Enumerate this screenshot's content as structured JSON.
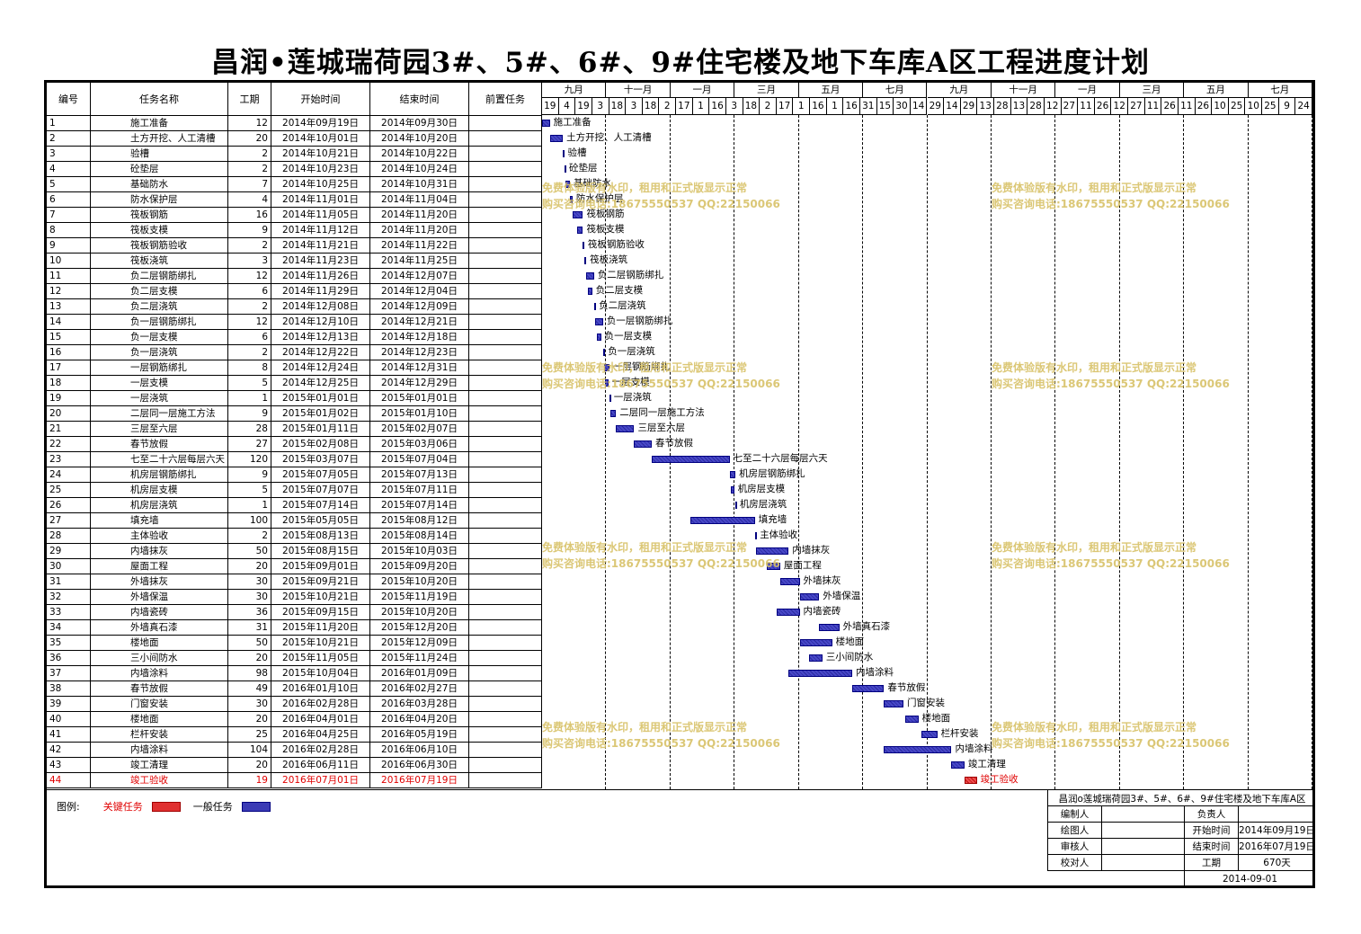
{
  "title": "昌润•莲城瑞荷园3#、5#、6#、9#住宅楼及地下车库A区工程进度计划",
  "headers": {
    "no": "编号",
    "name": "任务名称",
    "duration": "工期",
    "start": "开始时间",
    "end": "结束时间",
    "pred": "前置任务"
  },
  "months": [
    "九月",
    "十一月",
    "一月",
    "三月",
    "五月",
    "七月",
    "九月",
    "十一月",
    "一月",
    "三月",
    "五月",
    "七月"
  ],
  "days": [
    "19",
    "4",
    "19",
    "3",
    "18",
    "3",
    "18",
    "2",
    "17",
    "1",
    "16",
    "3",
    "18",
    "2",
    "17",
    "1",
    "16",
    "1",
    "16",
    "31",
    "15",
    "30",
    "14",
    "29",
    "14",
    "29",
    "13",
    "28",
    "13",
    "28",
    "12",
    "27",
    "11",
    "26",
    "12",
    "27",
    "11",
    "26",
    "11",
    "26",
    "10",
    "25",
    "10",
    "25",
    "9",
    "24"
  ],
  "tasks": [
    {
      "no": "1",
      "name": "施工准备",
      "dur": "12",
      "start": "2014年09月19日",
      "end": "2014年09月30日"
    },
    {
      "no": "2",
      "name": "土方开挖、人工清槽",
      "dur": "20",
      "start": "2014年10月01日",
      "end": "2014年10月20日"
    },
    {
      "no": "3",
      "name": "验槽",
      "dur": "2",
      "start": "2014年10月21日",
      "end": "2014年10月22日"
    },
    {
      "no": "4",
      "name": "砼垫层",
      "dur": "2",
      "start": "2014年10月23日",
      "end": "2014年10月24日"
    },
    {
      "no": "5",
      "name": "基础防水",
      "dur": "7",
      "start": "2014年10月25日",
      "end": "2014年10月31日"
    },
    {
      "no": "6",
      "name": "防水保护层",
      "dur": "4",
      "start": "2014年11月01日",
      "end": "2014年11月04日"
    },
    {
      "no": "7",
      "name": "筏板钢筋",
      "dur": "16",
      "start": "2014年11月05日",
      "end": "2014年11月20日"
    },
    {
      "no": "8",
      "name": "筏板支模",
      "dur": "9",
      "start": "2014年11月12日",
      "end": "2014年11月20日"
    },
    {
      "no": "9",
      "name": "筏板钢筋验收",
      "dur": "2",
      "start": "2014年11月21日",
      "end": "2014年11月22日"
    },
    {
      "no": "10",
      "name": "筏板浇筑",
      "dur": "3",
      "start": "2014年11月23日",
      "end": "2014年11月25日"
    },
    {
      "no": "11",
      "name": "负二层钢筋绑扎",
      "dur": "12",
      "start": "2014年11月26日",
      "end": "2014年12月07日"
    },
    {
      "no": "12",
      "name": "负二层支模",
      "dur": "6",
      "start": "2014年11月29日",
      "end": "2014年12月04日"
    },
    {
      "no": "13",
      "name": "负二层浇筑",
      "dur": "2",
      "start": "2014年12月08日",
      "end": "2014年12月09日"
    },
    {
      "no": "14",
      "name": "负一层钢筋绑扎",
      "dur": "12",
      "start": "2014年12月10日",
      "end": "2014年12月21日"
    },
    {
      "no": "15",
      "name": "负一层支模",
      "dur": "6",
      "start": "2014年12月13日",
      "end": "2014年12月18日"
    },
    {
      "no": "16",
      "name": "负一层浇筑",
      "dur": "2",
      "start": "2014年12月22日",
      "end": "2014年12月23日"
    },
    {
      "no": "17",
      "name": "一层钢筋绑扎",
      "dur": "8",
      "start": "2014年12月24日",
      "end": "2014年12月31日"
    },
    {
      "no": "18",
      "name": "一层支模",
      "dur": "5",
      "start": "2014年12月25日",
      "end": "2014年12月29日"
    },
    {
      "no": "19",
      "name": "一层浇筑",
      "dur": "1",
      "start": "2015年01月01日",
      "end": "2015年01月01日"
    },
    {
      "no": "20",
      "name": "二层同一层施工方法",
      "dur": "9",
      "start": "2015年01月02日",
      "end": "2015年01月10日"
    },
    {
      "no": "21",
      "name": "三层至六层",
      "dur": "28",
      "start": "2015年01月11日",
      "end": "2015年02月07日"
    },
    {
      "no": "22",
      "name": "春节放假",
      "dur": "27",
      "start": "2015年02月08日",
      "end": "2015年03月06日"
    },
    {
      "no": "23",
      "name": "七至二十六层每层六天",
      "dur": "120",
      "start": "2015年03月07日",
      "end": "2015年07月04日"
    },
    {
      "no": "24",
      "name": "机房层钢筋绑扎",
      "dur": "9",
      "start": "2015年07月05日",
      "end": "2015年07月13日"
    },
    {
      "no": "25",
      "name": "机房层支模",
      "dur": "5",
      "start": "2015年07月07日",
      "end": "2015年07月11日"
    },
    {
      "no": "26",
      "name": "机房层浇筑",
      "dur": "1",
      "start": "2015年07月14日",
      "end": "2015年07月14日"
    },
    {
      "no": "27",
      "name": "填充墙",
      "dur": "100",
      "start": "2015年05月05日",
      "end": "2015年08月12日"
    },
    {
      "no": "28",
      "name": "主体验收",
      "dur": "2",
      "start": "2015年08月13日",
      "end": "2015年08月14日"
    },
    {
      "no": "29",
      "name": "内墙抹灰",
      "dur": "50",
      "start": "2015年08月15日",
      "end": "2015年10月03日"
    },
    {
      "no": "30",
      "name": "屋面工程",
      "dur": "20",
      "start": "2015年09月01日",
      "end": "2015年09月20日"
    },
    {
      "no": "31",
      "name": "外墙抹灰",
      "dur": "30",
      "start": "2015年09月21日",
      "end": "2015年10月20日"
    },
    {
      "no": "32",
      "name": "外墙保温",
      "dur": "30",
      "start": "2015年10月21日",
      "end": "2015年11月19日"
    },
    {
      "no": "33",
      "name": "内墙瓷砖",
      "dur": "36",
      "start": "2015年09月15日",
      "end": "2015年10月20日"
    },
    {
      "no": "34",
      "name": "外墙真石漆",
      "dur": "31",
      "start": "2015年11月20日",
      "end": "2015年12月20日"
    },
    {
      "no": "35",
      "name": "楼地面",
      "dur": "50",
      "start": "2015年10月21日",
      "end": "2015年12月09日"
    },
    {
      "no": "36",
      "name": "三小间防水",
      "dur": "20",
      "start": "2015年11月05日",
      "end": "2015年11月24日"
    },
    {
      "no": "37",
      "name": "内墙涂料",
      "dur": "98",
      "start": "2015年10月04日",
      "end": "2016年01月09日"
    },
    {
      "no": "38",
      "name": "春节放假",
      "dur": "49",
      "start": "2016年01月10日",
      "end": "2016年02月27日"
    },
    {
      "no": "39",
      "name": "门窗安装",
      "dur": "30",
      "start": "2016年02月28日",
      "end": "2016年03月28日"
    },
    {
      "no": "40",
      "name": "楼地面",
      "dur": "20",
      "start": "2016年04月01日",
      "end": "2016年04月20日"
    },
    {
      "no": "41",
      "name": "栏杆安装",
      "dur": "25",
      "start": "2016年04月25日",
      "end": "2016年05月19日"
    },
    {
      "no": "42",
      "name": "内墙涂料",
      "dur": "104",
      "start": "2016年02月28日",
      "end": "2016年06月10日"
    },
    {
      "no": "43",
      "name": "竣工清理",
      "dur": "20",
      "start": "2016年06月11日",
      "end": "2016年06月30日"
    },
    {
      "no": "44",
      "name": "竣工验收",
      "dur": "19",
      "start": "2016年07月01日",
      "end": "2016年07月19日",
      "critical": true
    }
  ],
  "watermark": {
    "line1": "免费体验版有水印，租用和正式版显示正常",
    "line2": "购买咨询电话:18675550537 QQ:22150066"
  },
  "legend": {
    "label": "图例:",
    "critical": "关键任务",
    "normal": "一般任务",
    "critical_color": "#e03030",
    "normal_color": "#3b3bb5"
  },
  "info": {
    "project": "昌润o莲城瑞荷园3#、5#、6#、9#住宅楼及地下车库A区",
    "compiler_label": "编制人",
    "owner_label": "负责人",
    "drawer_label": "绘图人",
    "start_label": "开始时间",
    "start_value": "2014年09月19日",
    "reviewer_label": "审核人",
    "end_label": "结束时间",
    "end_value": "2016年07月19日",
    "checker_label": "校对人",
    "duration_label": "工期",
    "duration_value": "670天",
    "date": "2014-09-01"
  }
}
